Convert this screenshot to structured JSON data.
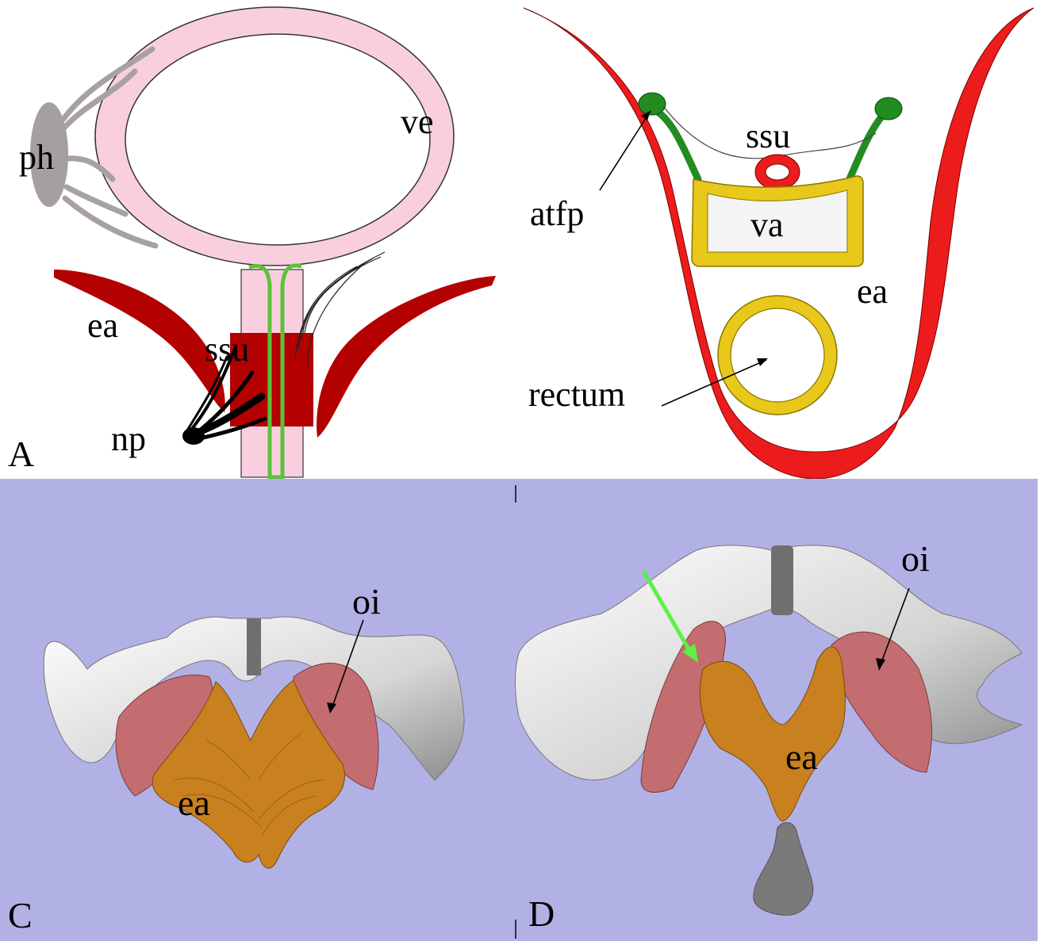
{
  "panels": {
    "a": {
      "letter": "A",
      "labels": {
        "ph": "ph",
        "ve": "ve",
        "ea": "ea",
        "ssu": "ssu",
        "np": "np"
      }
    },
    "b": {
      "letter": "",
      "labels": {
        "ssu": "ssu",
        "atfp": "atfp",
        "va": "va",
        "ea": "ea",
        "rectum": "rectum"
      }
    },
    "c": {
      "letter": "C",
      "labels": {
        "oi": "oi",
        "ea": "ea"
      }
    },
    "d": {
      "letter": "D",
      "labels": {
        "oi": "oi",
        "ea": "ea"
      }
    }
  },
  "colors": {
    "background_3d": "#b2b1e5",
    "muscle_dark_red": "#b30000",
    "muscle_red": "#ec1c1c",
    "bladder_pink": "#f9cfe0",
    "urethra_green": "#5cc23a",
    "fascia_green": "#228b22",
    "vagina_yellow": "#e8c81a",
    "bone_white": "#e9e9e9",
    "oi_muscle": "#c46d70",
    "ea_muscle": "#c9801f",
    "arrow_green": "#5ef046"
  }
}
